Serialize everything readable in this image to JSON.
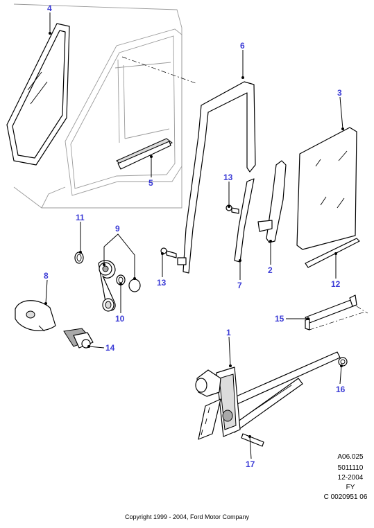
{
  "callouts": [
    {
      "id": "1",
      "label": "1"
    },
    {
      "id": "2",
      "label": "2"
    },
    {
      "id": "3",
      "label": "3"
    },
    {
      "id": "4",
      "label": "4"
    },
    {
      "id": "5",
      "label": "5"
    },
    {
      "id": "6",
      "label": "6"
    },
    {
      "id": "7",
      "label": "7"
    },
    {
      "id": "8",
      "label": "8"
    },
    {
      "id": "9",
      "label": "9"
    },
    {
      "id": "10",
      "label": "10"
    },
    {
      "id": "11",
      "label": "11"
    },
    {
      "id": "12",
      "label": "12"
    },
    {
      "id": "13a",
      "label": "13"
    },
    {
      "id": "13b",
      "label": "13"
    },
    {
      "id": "14",
      "label": "14"
    },
    {
      "id": "15",
      "label": "15"
    },
    {
      "id": "16",
      "label": "16"
    },
    {
      "id": "17",
      "label": "17"
    }
  ],
  "info_block": [
    "A06.025",
    "5011110",
    "12-2004",
    "FY",
    "C 0020951 06"
  ],
  "copyright": "Copyright 1999 - 2004, Ford Motor Company",
  "colors": {
    "callout": "#3b3bd6",
    "line": "#000000",
    "body_outline": "#9a9a9a"
  }
}
